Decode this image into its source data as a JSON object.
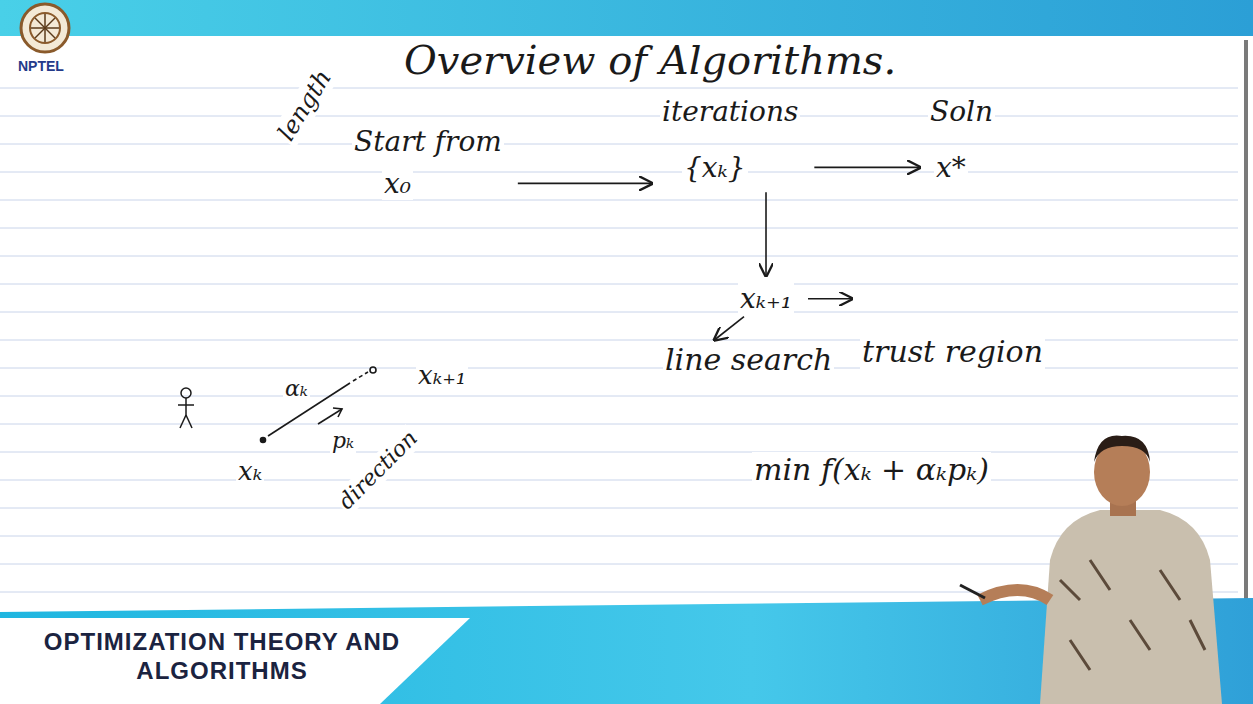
{
  "diagram": {
    "title": "Overview of Algorithms.",
    "nodes": [
      {
        "text": [
          "Start from",
          "x₀"
        ]
      },
      {
        "text": [
          "iterations",
          "{xₖ}"
        ]
      },
      {
        "text": [
          "Soln",
          "x*"
        ]
      },
      {
        "text": [
          "xₖ₊₁"
        ]
      },
      {
        "text": [
          "line search"
        ]
      },
      {
        "text": [
          "trust region"
        ]
      }
    ],
    "edges": [
      {
        "from": 0,
        "to": 1,
        "arrow": "to"
      },
      {
        "from": 1,
        "to": 2,
        "arrow": "to"
      },
      {
        "from": 1,
        "to": 3,
        "arrow": "to"
      },
      {
        "from": 3,
        "to": 4,
        "arrow": "to"
      },
      {
        "from": 3,
        "to": 5,
        "arrow": "to"
      }
    ],
    "labels": [
      "NPTEL",
      "length",
      "αₖ",
      "pₖ",
      "direction",
      "xₖ",
      "xₖ₊₁",
      "min f(xₖ + αₖpₖ)",
      "OPTIMIZATION THEORY AND ALGORITHMS"
    ]
  }
}
